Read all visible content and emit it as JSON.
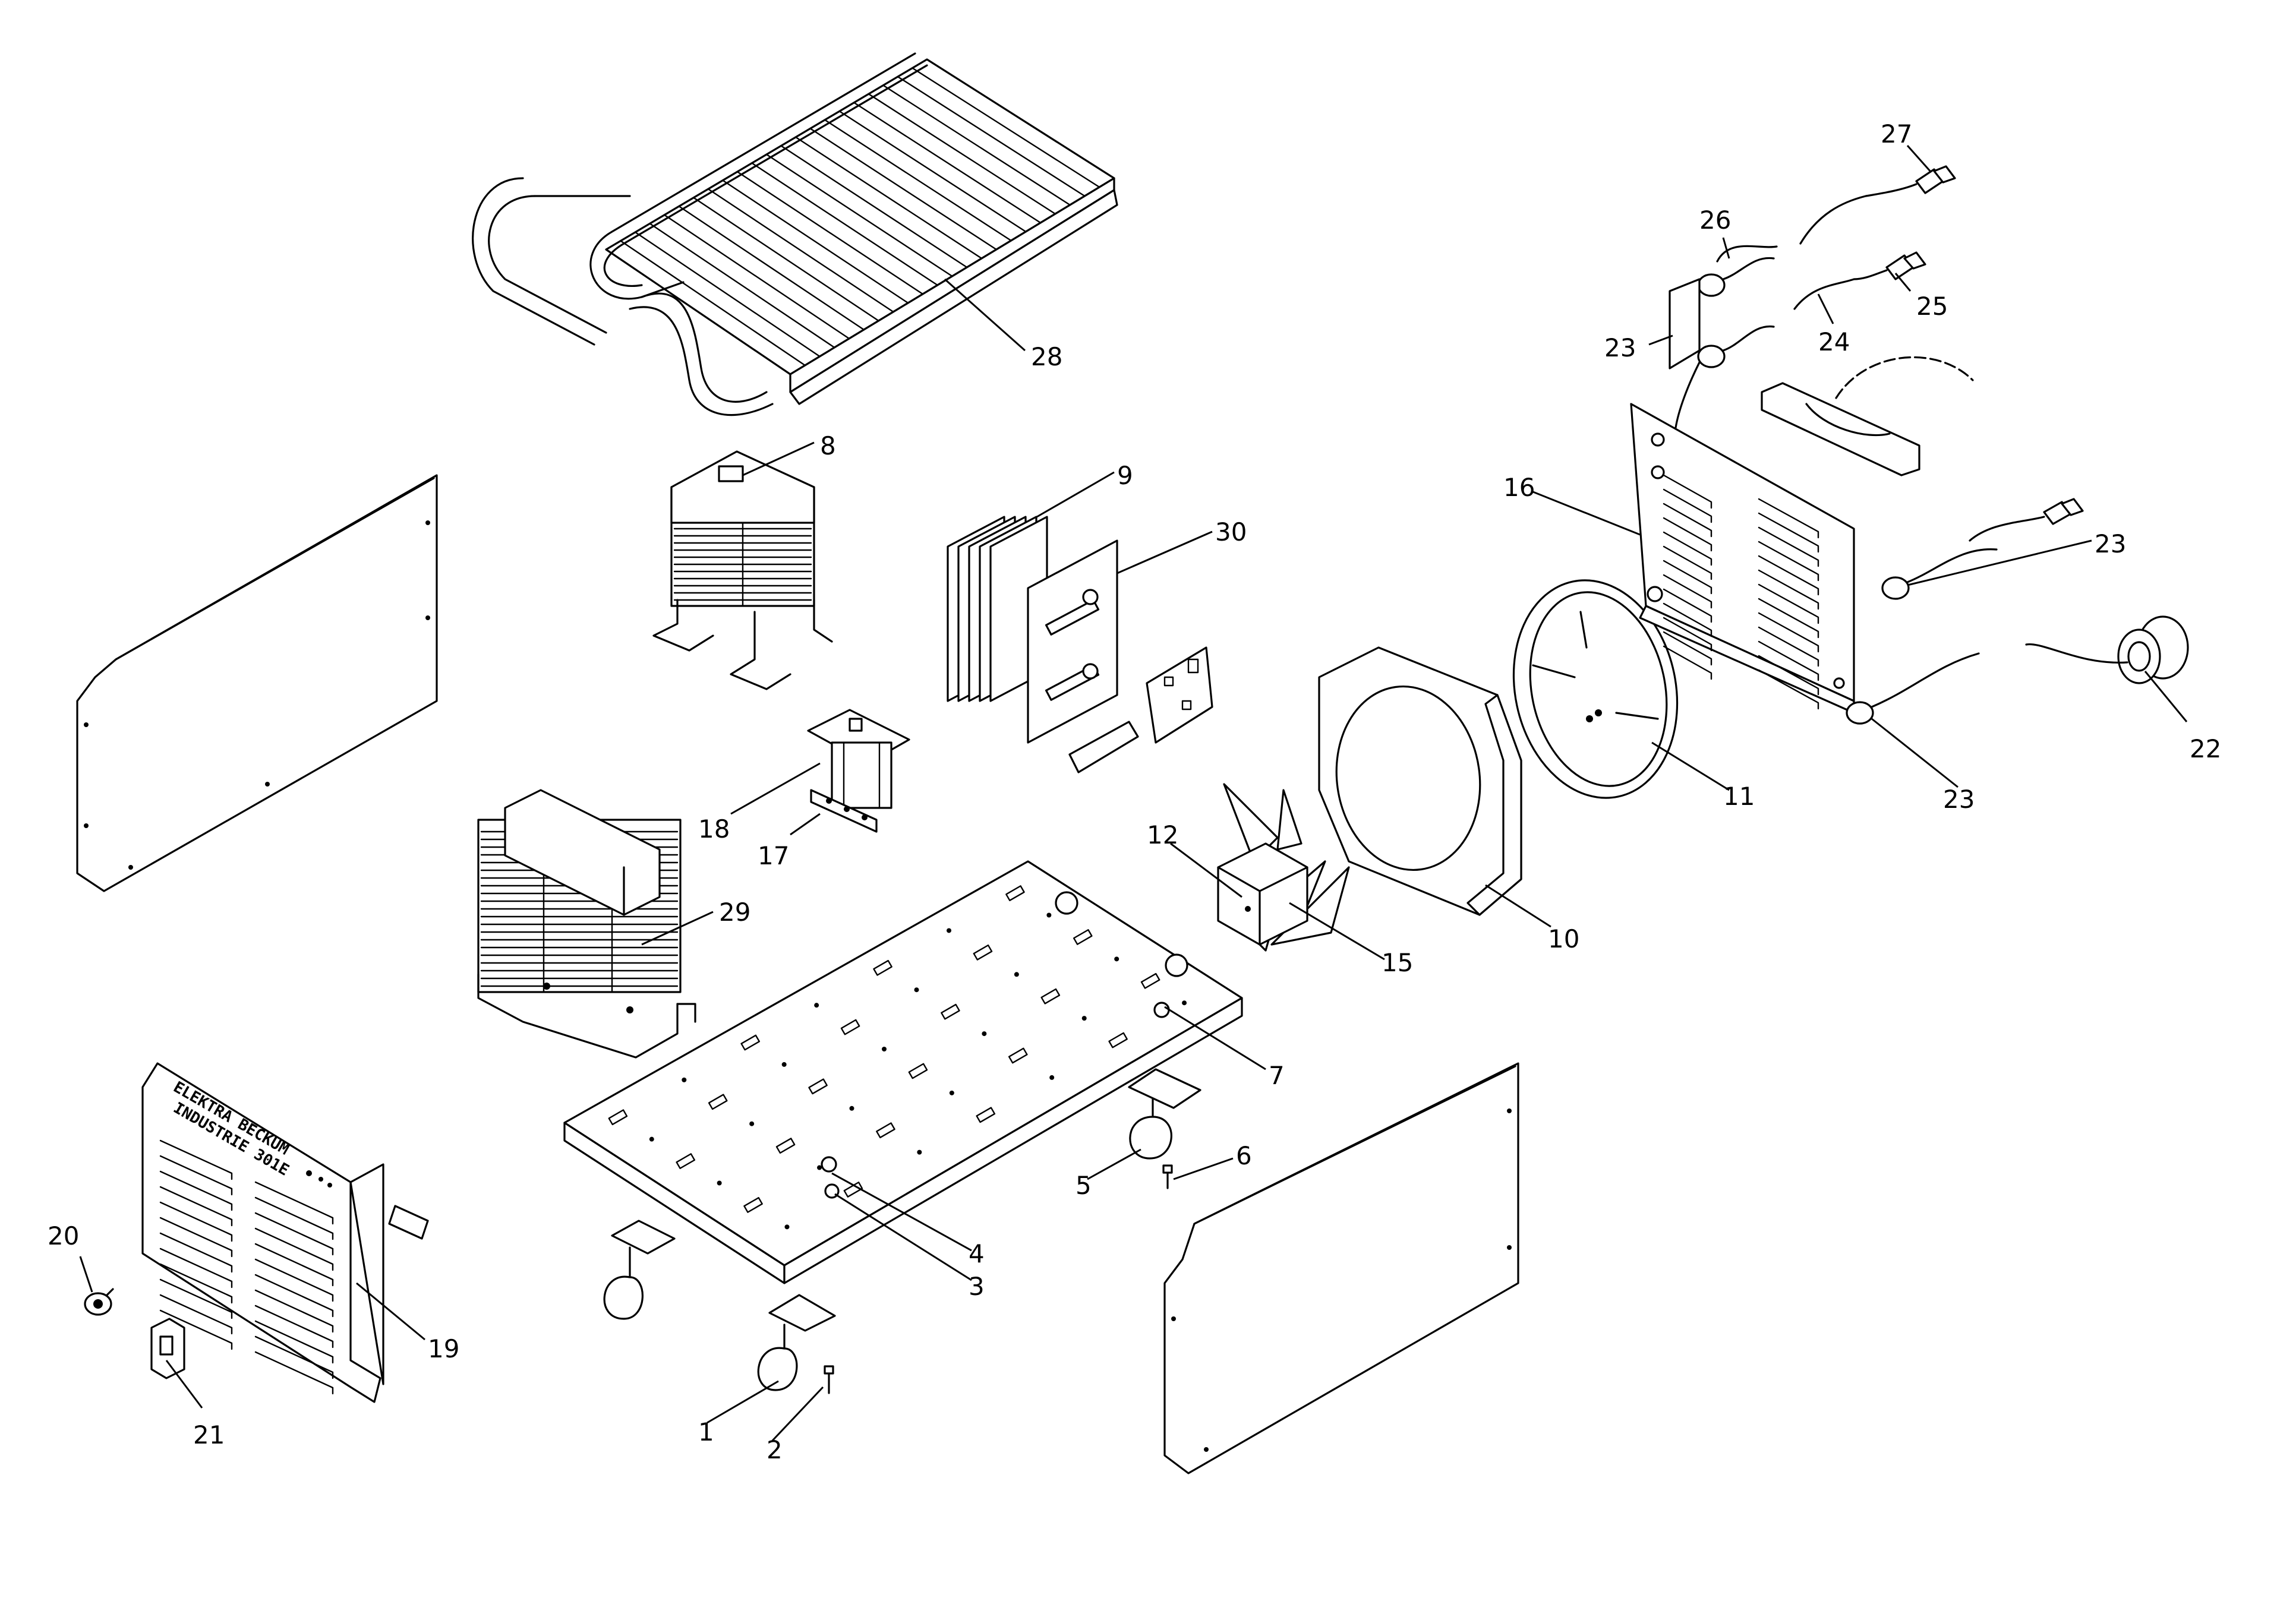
{
  "diagram": {
    "type": "exploded-parts-view",
    "front_panel_text": {
      "line1": "ELEKTRA BECKUM",
      "line2": "INDUSTRIE 301E"
    },
    "part_labels": [
      "1",
      "2",
      "3",
      "4",
      "5",
      "6",
      "7",
      "8",
      "9",
      "10",
      "11",
      "12",
      "15",
      "16",
      "17",
      "18",
      "19",
      "20",
      "21",
      "22",
      "23",
      "23",
      "23",
      "24",
      "25",
      "26",
      "27",
      "28",
      "29",
      "30"
    ]
  }
}
